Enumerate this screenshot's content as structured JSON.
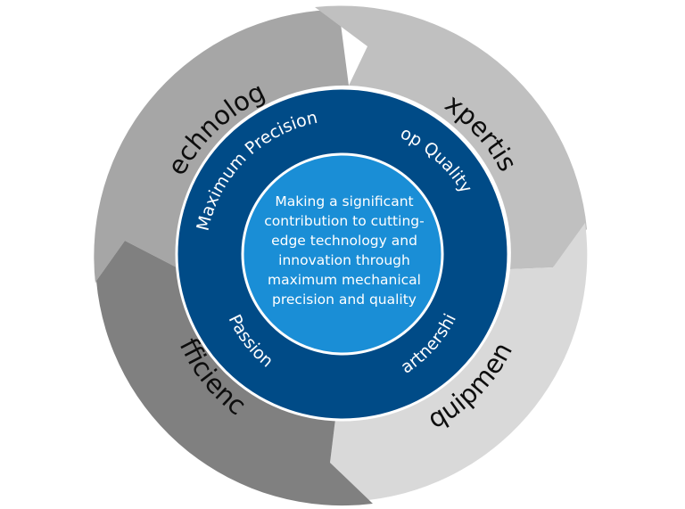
{
  "colors": {
    "technology": "#a6a6a6",
    "expertise": "#c0c0c0",
    "equipment": "#d9d9d9",
    "efficiency": "#808080",
    "inner_ring": "#004b87",
    "inner_border": "#ffffff",
    "center": "#1a8ed6"
  },
  "outer_ring": {
    "segments": [
      {
        "label": "Technology",
        "color_key": "technology"
      },
      {
        "label": "Expertise",
        "color_key": "expertise"
      },
      {
        "label": "Equipment",
        "color_key": "equipment"
      },
      {
        "label": "Efficiency",
        "color_key": "efficiency"
      }
    ]
  },
  "inner_ring": {
    "labels": [
      {
        "text": "Maximum Precision"
      },
      {
        "text": "Top Quality"
      },
      {
        "text": "Partnership"
      },
      {
        "text": "Passion"
      }
    ]
  },
  "center": {
    "lines": [
      "Making a significant",
      "contribution to cutting-",
      "edge technology and",
      "innovation through",
      "maximum mechanical",
      "precision and quality"
    ]
  }
}
